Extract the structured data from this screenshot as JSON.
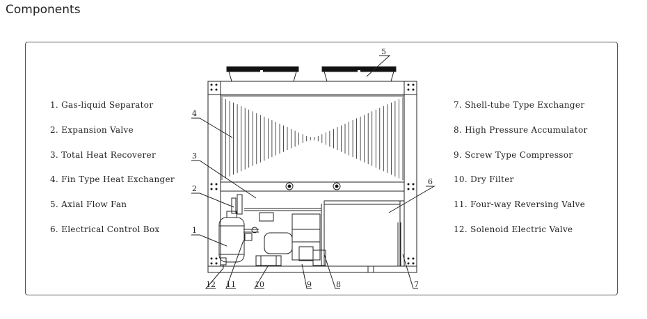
{
  "title": "Components",
  "legend_left": [
    "1. Gas-liquid  Separator",
    "2. Expansion  Valve",
    "3. Total  Heat  Recoverer",
    "4. Fin  Type  Heat  Exchanger",
    "5. Axial  Flow  Fan",
    "6. Electrical  Control  Box"
  ],
  "legend_right": [
    "7. Shell-tube  Type  Exchanger",
    "8. High  Pressure  Accumulator",
    "9. Screw  Type  Compressor",
    "10. Dry  Filter",
    "11. Four-way  Reversing  Valve",
    "12. Solenoid  Electric  Valve"
  ],
  "callouts": {
    "c1": "1",
    "c2": "2",
    "c3": "3",
    "c4": "4",
    "c5": "5",
    "c6": "6",
    "c7": "7",
    "c8": "8",
    "c9": "9",
    "c10": "10",
    "c11": "11",
    "c12": "12"
  },
  "colors": {
    "line": "#222222",
    "frame": "#555555"
  }
}
